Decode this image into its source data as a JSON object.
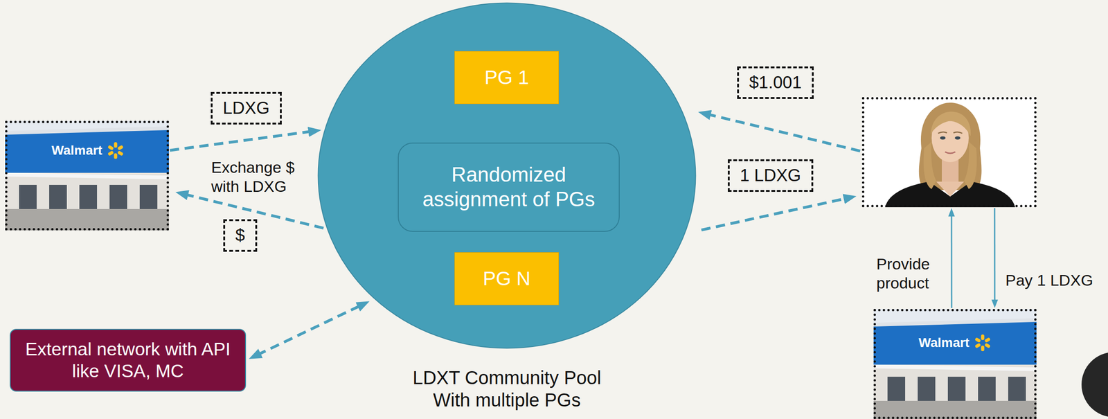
{
  "diagram": {
    "nodes": [
      {
        "text": [
          "LDXG"
        ]
      },
      {
        "text": [
          "Walmart"
        ]
      },
      {
        "text": [
          "LDXT Community Pool With multiple PGs"
        ]
      },
      {
        "text": [
          "PG 1"
        ],
        "in": 2
      },
      {
        "text": [
          "Randomized assignment of PGs"
        ],
        "in": 2
      },
      {
        "text": [
          "PG N"
        ],
        "in": 2
      },
      {
        "text": [
          "$1.001"
        ]
      },
      {
        "text": [
          "1 LDXG"
        ]
      },
      {
        "text": []
      },
      {
        "text": [
          "$"
        ]
      },
      {
        "text": [
          "External network with API like VISA, MC"
        ]
      },
      {
        "text": [
          "Walmart"
        ]
      }
    ],
    "edges": [
      {
        "from": 1,
        "to": 2,
        "arrow": "to"
      },
      {
        "from": 2,
        "to": 1,
        "arrow": "to"
      },
      {
        "from": 8,
        "to": 2,
        "arrow": "to"
      },
      {
        "from": 2,
        "to": 8,
        "arrow": "to"
      },
      {
        "from": 10,
        "to": 2,
        "arrow": "both"
      },
      {
        "from": 8,
        "to": 11,
        "label": "Pay 1 LDXG",
        "arrow": "to"
      },
      {
        "from": 11,
        "to": 8,
        "label": "Provide product",
        "arrow": "to"
      }
    ],
    "labels": [
      "Exchange $ with LDXG"
    ]
  }
}
